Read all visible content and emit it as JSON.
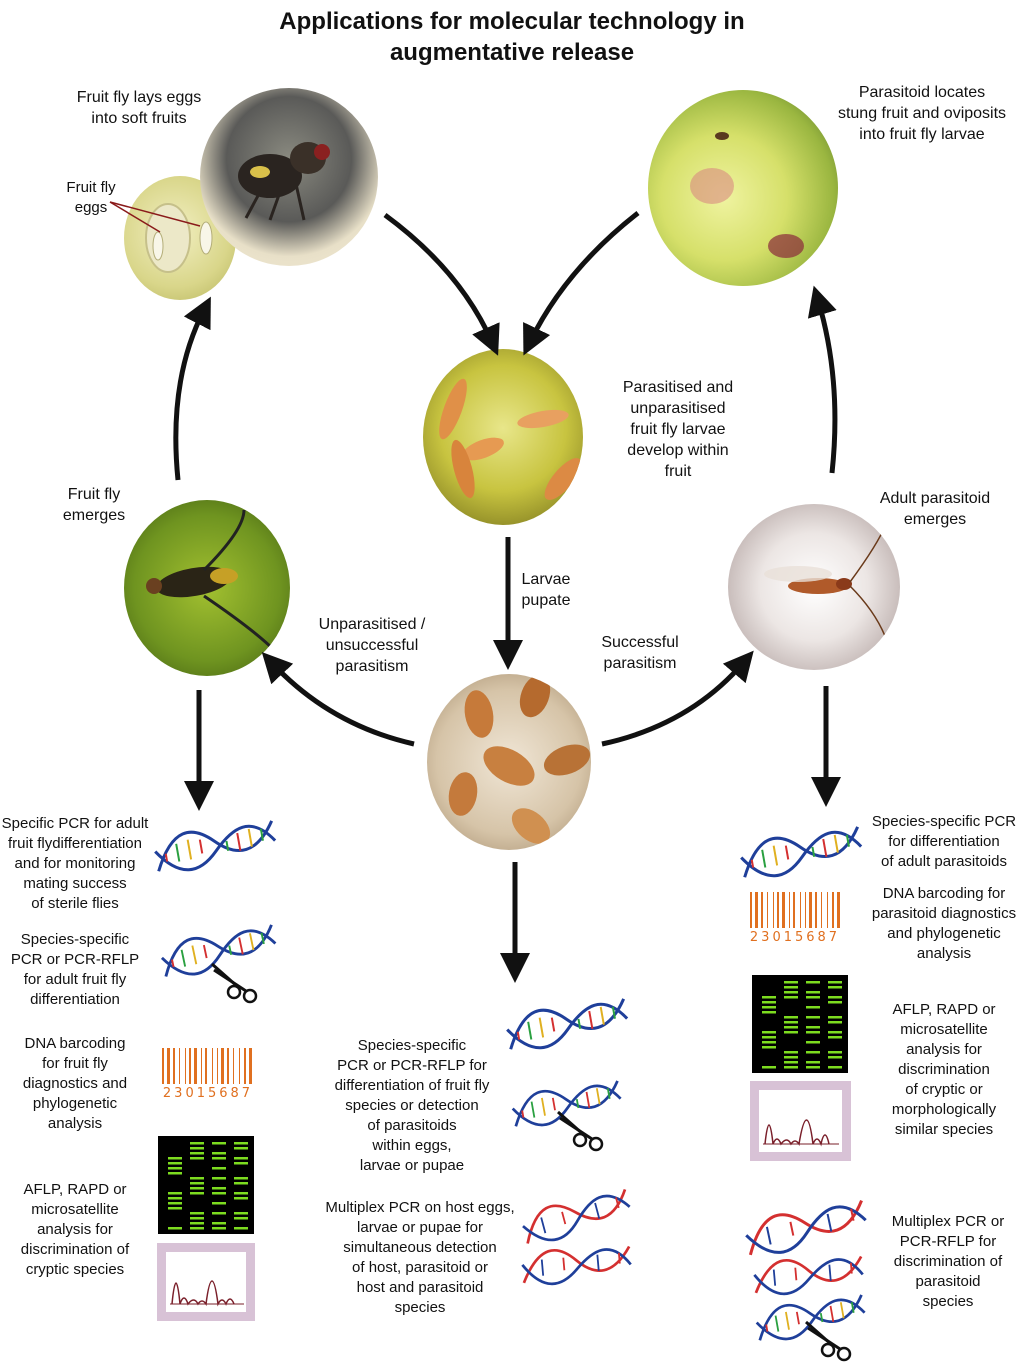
{
  "title_line1": "Applications for molecular technology in",
  "title_line2": "augmentative release",
  "stages": {
    "lays_eggs": [
      "Fruit fly lays eggs",
      "into soft fruits"
    ],
    "eggs": [
      "Fruit fly",
      "eggs"
    ],
    "parasitoid_locates": [
      "Parasitoid locates",
      "stung fruit and oviposits",
      "into fruit fly larvae"
    ],
    "larvae_develop": [
      "Parasitised and",
      "unparasitised",
      "fruit fly larvae",
      "develop within",
      "fruit"
    ],
    "fly_emerges": [
      "Fruit fly",
      "emerges"
    ],
    "parasitoid_emerges": [
      "Adult parasitoid",
      "emerges"
    ],
    "larvae_pupate": [
      "Larvae",
      "pupate"
    ],
    "unparasitised": [
      "Unparasitised /",
      "unsuccessful",
      "parasitism"
    ],
    "successful": [
      "Successful",
      "parasitism"
    ]
  },
  "left_methods": {
    "m1": [
      "Specific PCR for adult",
      "fruit flydifferentiation",
      "and for monitoring",
      "mating success",
      "of sterile flies"
    ],
    "m2": [
      "Species-specific",
      "PCR or PCR-RFLP",
      "for adult fruit fly",
      "differentiation"
    ],
    "m3": [
      "DNA barcoding",
      "for fruit fly",
      "diagnostics and",
      "phylogenetic",
      "analysis"
    ],
    "m4": [
      "AFLP,  RAPD or",
      "microsatellite",
      "analysis for",
      "discrimination of",
      "cryptic species"
    ]
  },
  "center_methods": {
    "m1": [
      "Species-specific",
      "PCR or PCR-RFLP for",
      "differentiation of fruit fly",
      "species or detection",
      "of parasitoids",
      "within eggs,",
      "larvae or pupae"
    ],
    "m2": [
      "Multiplex PCR on host eggs,",
      "larvae or pupae for",
      "simultaneous detection",
      "of host, parasitoid or",
      "host and parasitoid",
      "species"
    ]
  },
  "right_methods": {
    "m1": [
      "Species-specific PCR",
      "for differentiation",
      "of adult parasitoids"
    ],
    "m2": [
      "DNA barcoding for",
      "parasitoid diagnostics",
      "and phylogenetic",
      "analysis"
    ],
    "m3": [
      "AFLP,  RAPD  or",
      "microsatellite",
      "analysis for",
      "discrimination",
      "of cryptic or",
      "morphologically",
      "similar species"
    ],
    "m4": [
      "Multiplex PCR or",
      "PCR-RFLP for",
      "discrimination of",
      "parasitoid",
      "species"
    ]
  },
  "barcode_digits": "23015687",
  "colors": {
    "barcode": "#e07020",
    "dna_blue": "#1f3f9a",
    "dna_red": "#d43030",
    "gel_band": "#7ddc20",
    "chrom_frame": "#d8c2d6",
    "chrom_trace": "#7a1f2a"
  }
}
